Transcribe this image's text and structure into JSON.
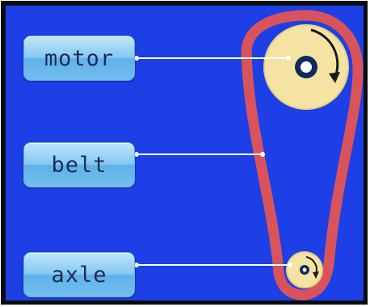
{
  "labels": {
    "motor": "motor",
    "belt": "belt",
    "axle": "axle"
  },
  "colors": {
    "background": "#1d3fe6",
    "label_fill": "#86c8f2",
    "label_text": "#1c2b55",
    "belt": "#d9545a",
    "pulley": "#f5e3a3",
    "pulley_hub": "#0f2a5c",
    "leader_line": "#ffffff"
  },
  "icons": {
    "motor_rotation": "clockwise-arrow-icon",
    "axle_rotation": "clockwise-arrow-icon"
  }
}
